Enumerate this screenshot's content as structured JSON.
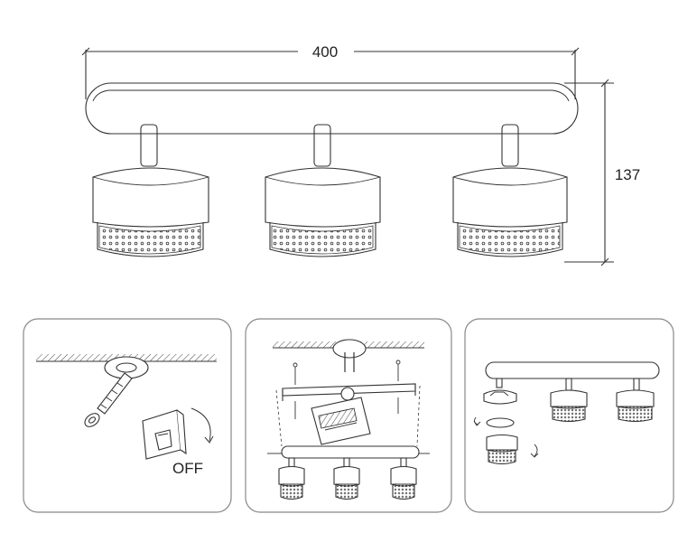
{
  "dimensions": {
    "width_label": "400",
    "height_label": "137"
  },
  "step1": {
    "switch_label": "OFF"
  }
}
